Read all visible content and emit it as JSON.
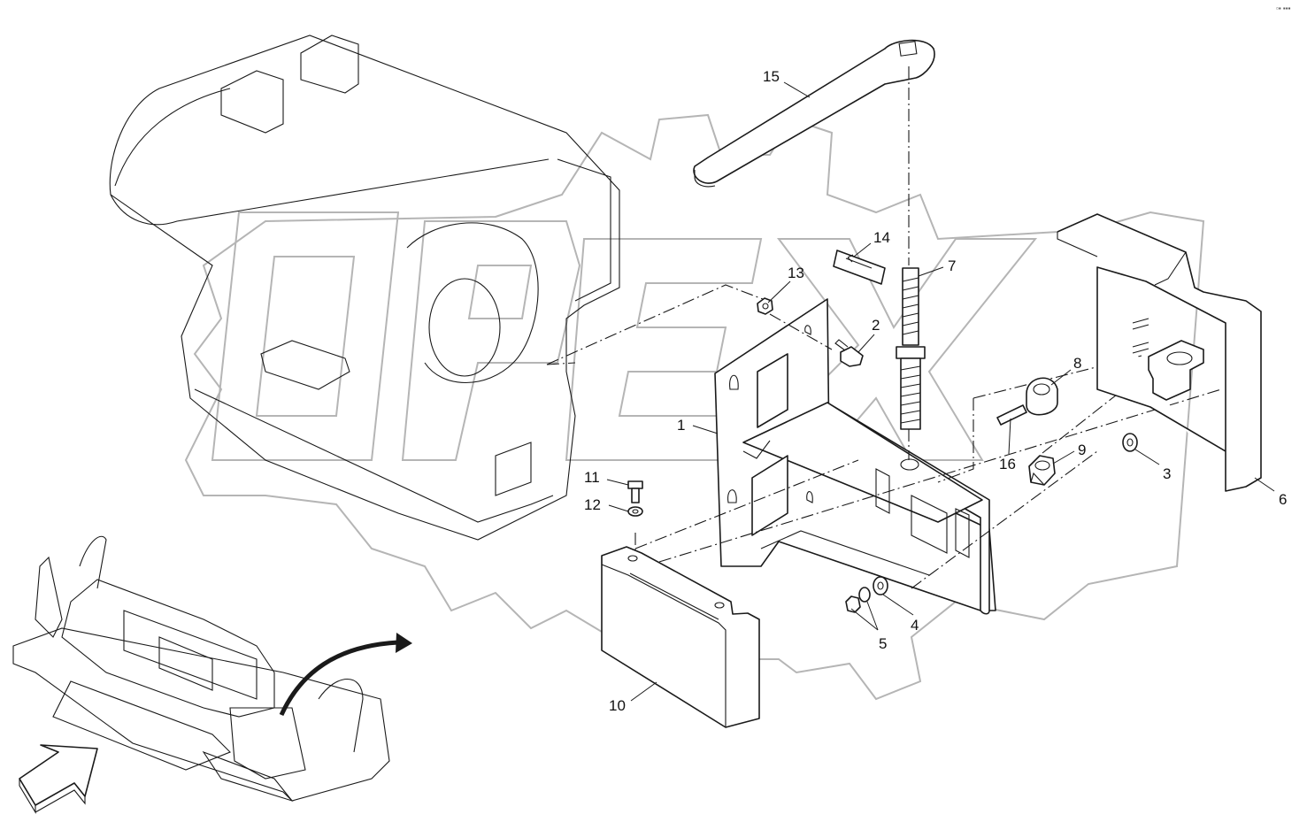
{
  "diagram": {
    "type": "exploded parts diagram",
    "corner_mark": "▫▪ ▪▪▪",
    "callouts": [
      {
        "id": "callout-1",
        "label": "1"
      },
      {
        "id": "callout-2",
        "label": "2"
      },
      {
        "id": "callout-3",
        "label": "3"
      },
      {
        "id": "callout-4",
        "label": "4"
      },
      {
        "id": "callout-5",
        "label": "5"
      },
      {
        "id": "callout-6",
        "label": "6"
      },
      {
        "id": "callout-7",
        "label": "7"
      },
      {
        "id": "callout-8",
        "label": "8"
      },
      {
        "id": "callout-9",
        "label": "9"
      },
      {
        "id": "callout-10",
        "label": "10"
      },
      {
        "id": "callout-11",
        "label": "11"
      },
      {
        "id": "callout-12",
        "label": "12"
      },
      {
        "id": "callout-13",
        "label": "13"
      },
      {
        "id": "callout-14",
        "label": "14"
      },
      {
        "id": "callout-15",
        "label": "15"
      },
      {
        "id": "callout-16",
        "label": "16"
      }
    ]
  }
}
